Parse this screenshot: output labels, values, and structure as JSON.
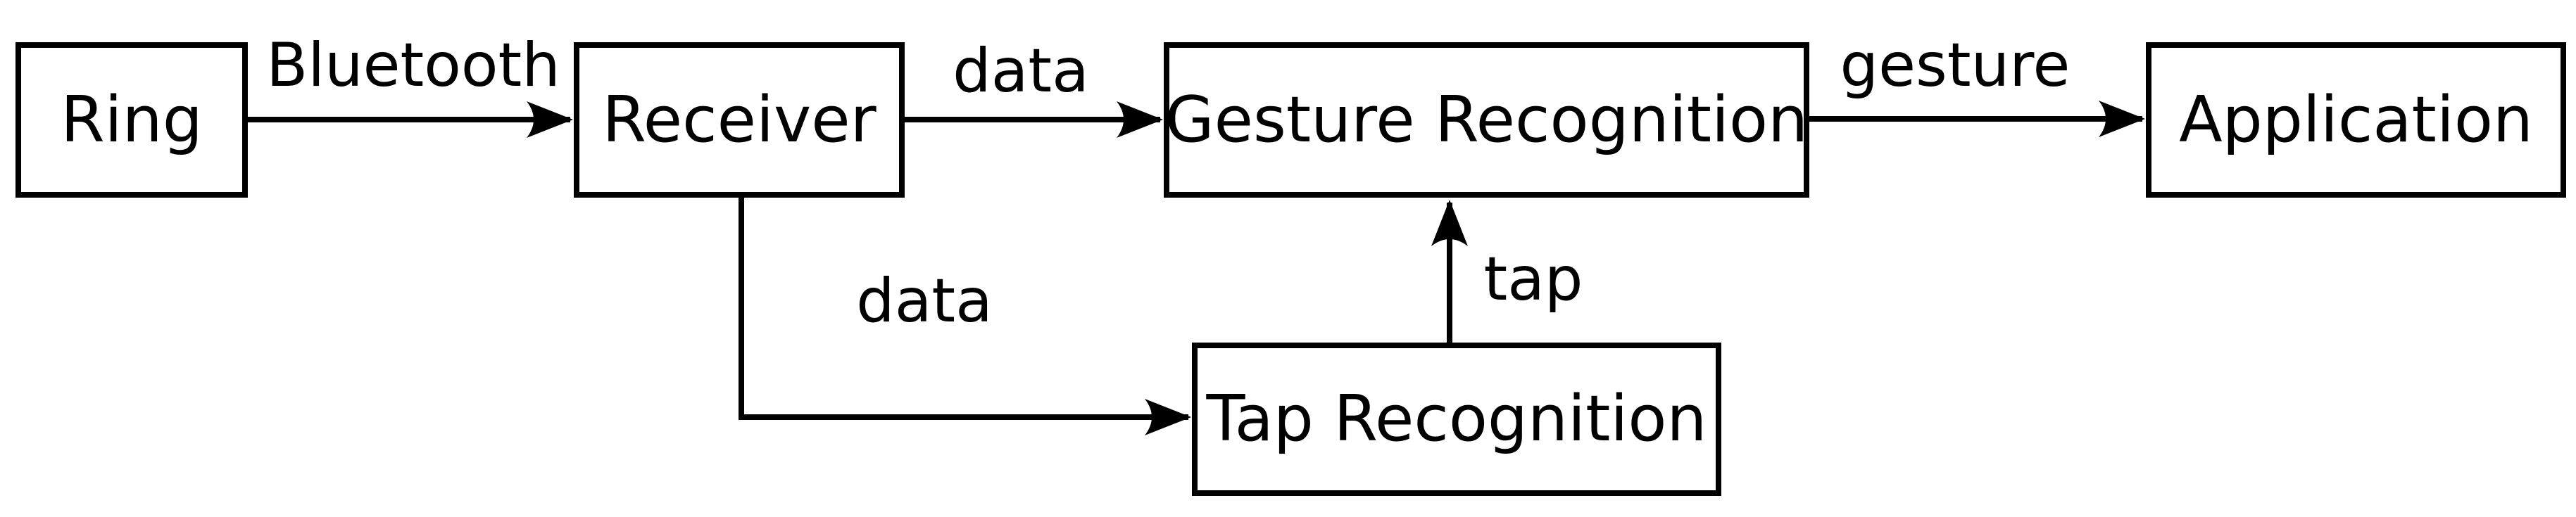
{
  "diagram": {
    "background_color": "#ffffff",
    "line_color": "#000000",
    "nodes": {
      "ring": {
        "label": "Ring"
      },
      "receiver": {
        "label": "Receiver"
      },
      "gesture_recognition": {
        "label": "Gesture Recognition"
      },
      "application": {
        "label": "Application"
      },
      "tap_recognition": {
        "label": "Tap Recognition"
      }
    },
    "edges": {
      "ring_to_receiver": {
        "label": "Bluetooth"
      },
      "receiver_to_gesture_recognition": {
        "label": "data"
      },
      "gesture_recognition_to_application": {
        "label": "gesture"
      },
      "receiver_to_tap_recognition": {
        "label": "data"
      },
      "tap_recognition_to_gesture_recognition": {
        "label": "tap"
      }
    }
  }
}
